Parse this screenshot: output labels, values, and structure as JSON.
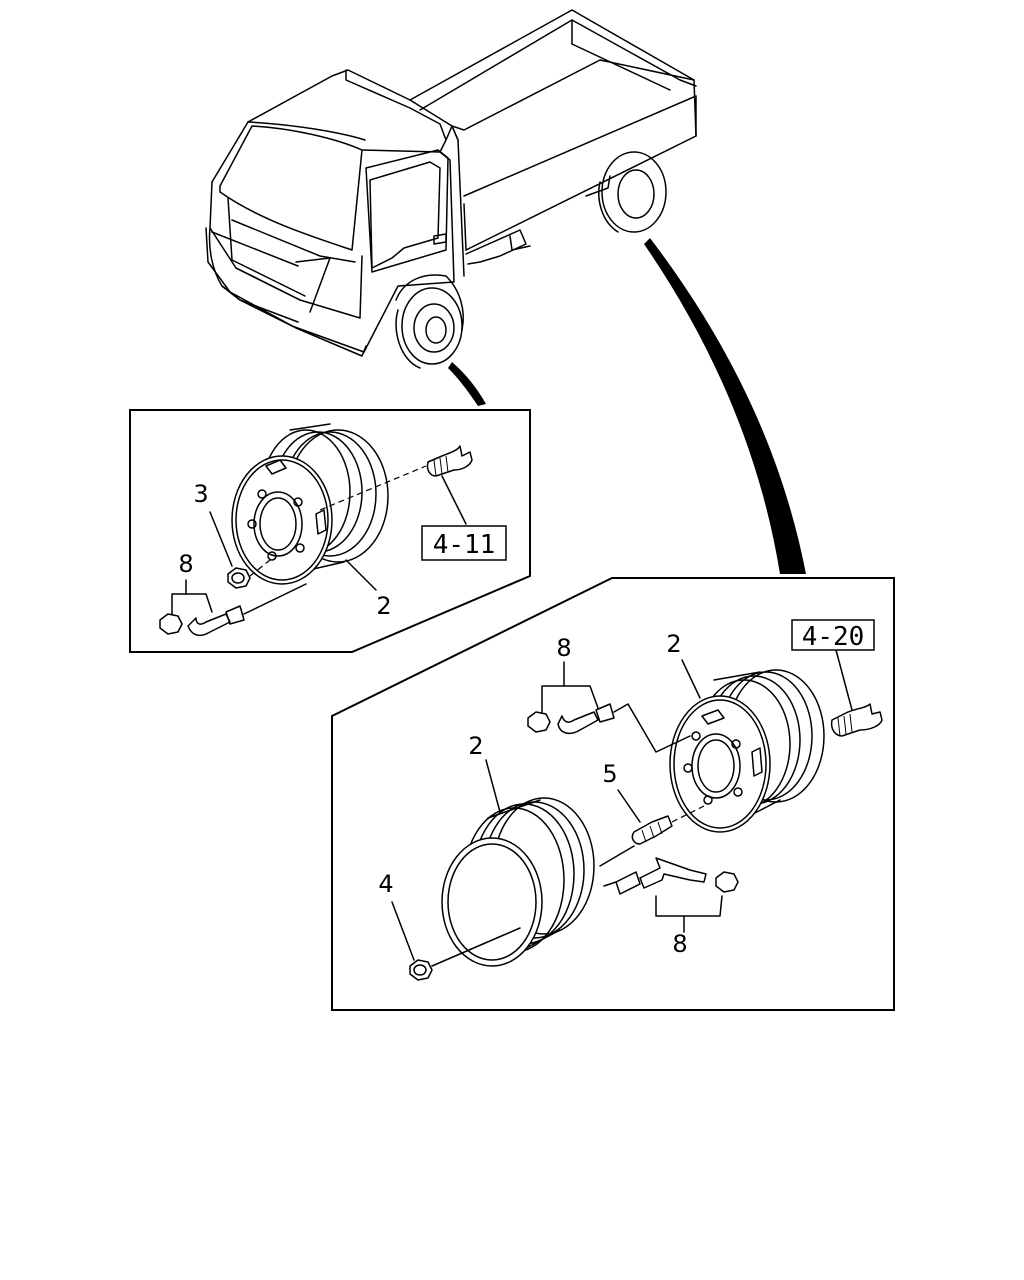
{
  "callouts": {
    "front_inset": {
      "part_3": "3",
      "part_8": "8",
      "part_2": "2",
      "reference": "4-11"
    },
    "rear_inset": {
      "part_8_top": "8",
      "part_2_inner": "2",
      "reference": "4-20",
      "part_2_outer": "2",
      "part_5": "5",
      "part_4": "4",
      "part_8_bottom": "8"
    }
  }
}
